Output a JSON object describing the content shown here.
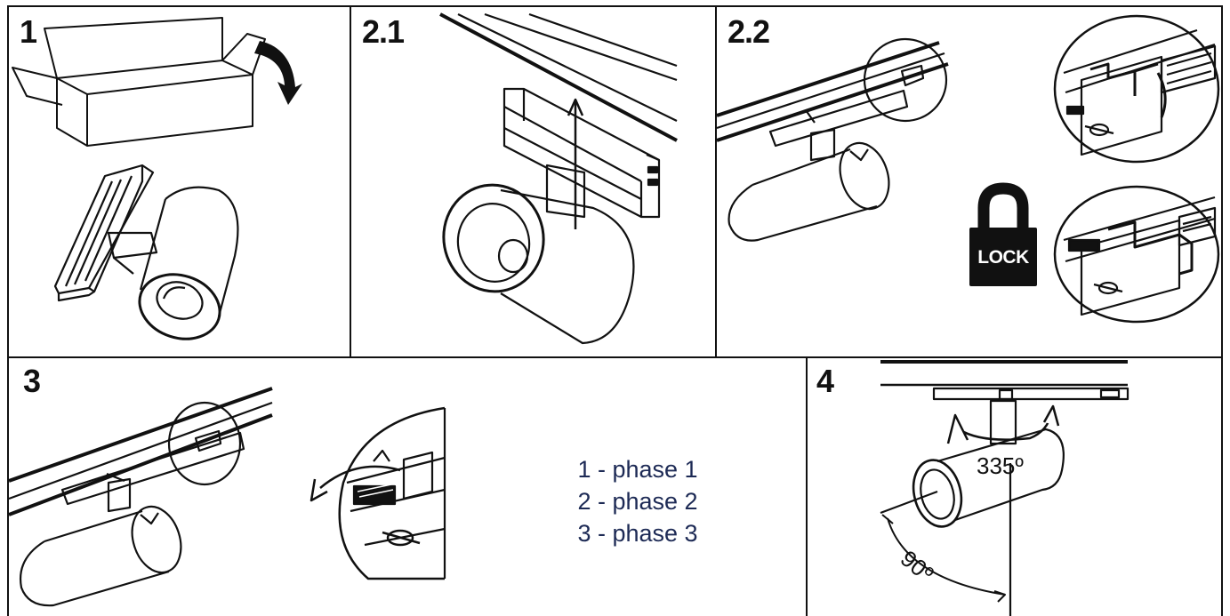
{
  "steps": {
    "s1": {
      "label": "1"
    },
    "s21": {
      "label": "2.1"
    },
    "s22": {
      "label": "2.2"
    },
    "s3": {
      "label": "3"
    },
    "s4": {
      "label": "4"
    }
  },
  "lock": {
    "label": "LOCK"
  },
  "phases": [
    {
      "label": "1 - phase 1"
    },
    {
      "label": "2 - phase 2"
    },
    {
      "label": "3 - phase 3"
    }
  ],
  "angles": {
    "rotation": "335º",
    "tilt": "90º"
  },
  "colors": {
    "line": "#111111",
    "phase_text": "#1d2a55",
    "background": "#ffffff"
  }
}
